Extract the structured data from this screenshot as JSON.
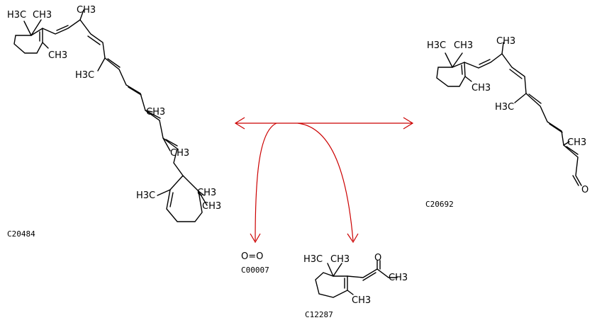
{
  "compounds": {
    "left": {
      "id": "C20484"
    },
    "right": {
      "id": "C20692"
    },
    "oxygen": {
      "id": "C00007",
      "formula": "O=O"
    },
    "bottom": {
      "id": "C12287"
    }
  },
  "atom_labels": {
    "ch3": "CH3",
    "h3c": "H3C",
    "o": "O"
  },
  "colors": {
    "reaction_arrow": "#cc0000",
    "bond": "#000000",
    "background": "#ffffff"
  }
}
